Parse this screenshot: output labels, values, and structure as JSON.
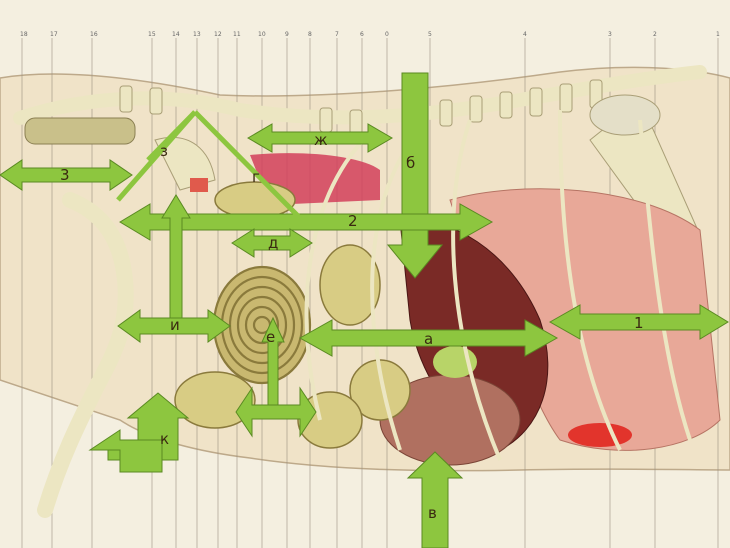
{
  "diagram": {
    "top_ruler": [
      "18",
      "17",
      "16",
      "15",
      "14",
      "13",
      "12",
      "11",
      "10",
      "9",
      "8",
      "7",
      "6",
      "0",
      "5",
      "4",
      "3",
      "2",
      "1"
    ],
    "arrow_labels": {
      "l1": "1",
      "l2": "2",
      "l3": "3",
      "b": "б",
      "a": "а",
      "v": "в",
      "g": "г",
      "d": "д",
      "e": "е",
      "zh": "ж",
      "z": "з",
      "i": "и",
      "k": "к"
    },
    "colors": {
      "arrow": "#8dc63f",
      "bone": "#ece6c2",
      "lung": "#e8a898",
      "liver": "#7a2a26",
      "intestine": "#c9b870"
    }
  }
}
